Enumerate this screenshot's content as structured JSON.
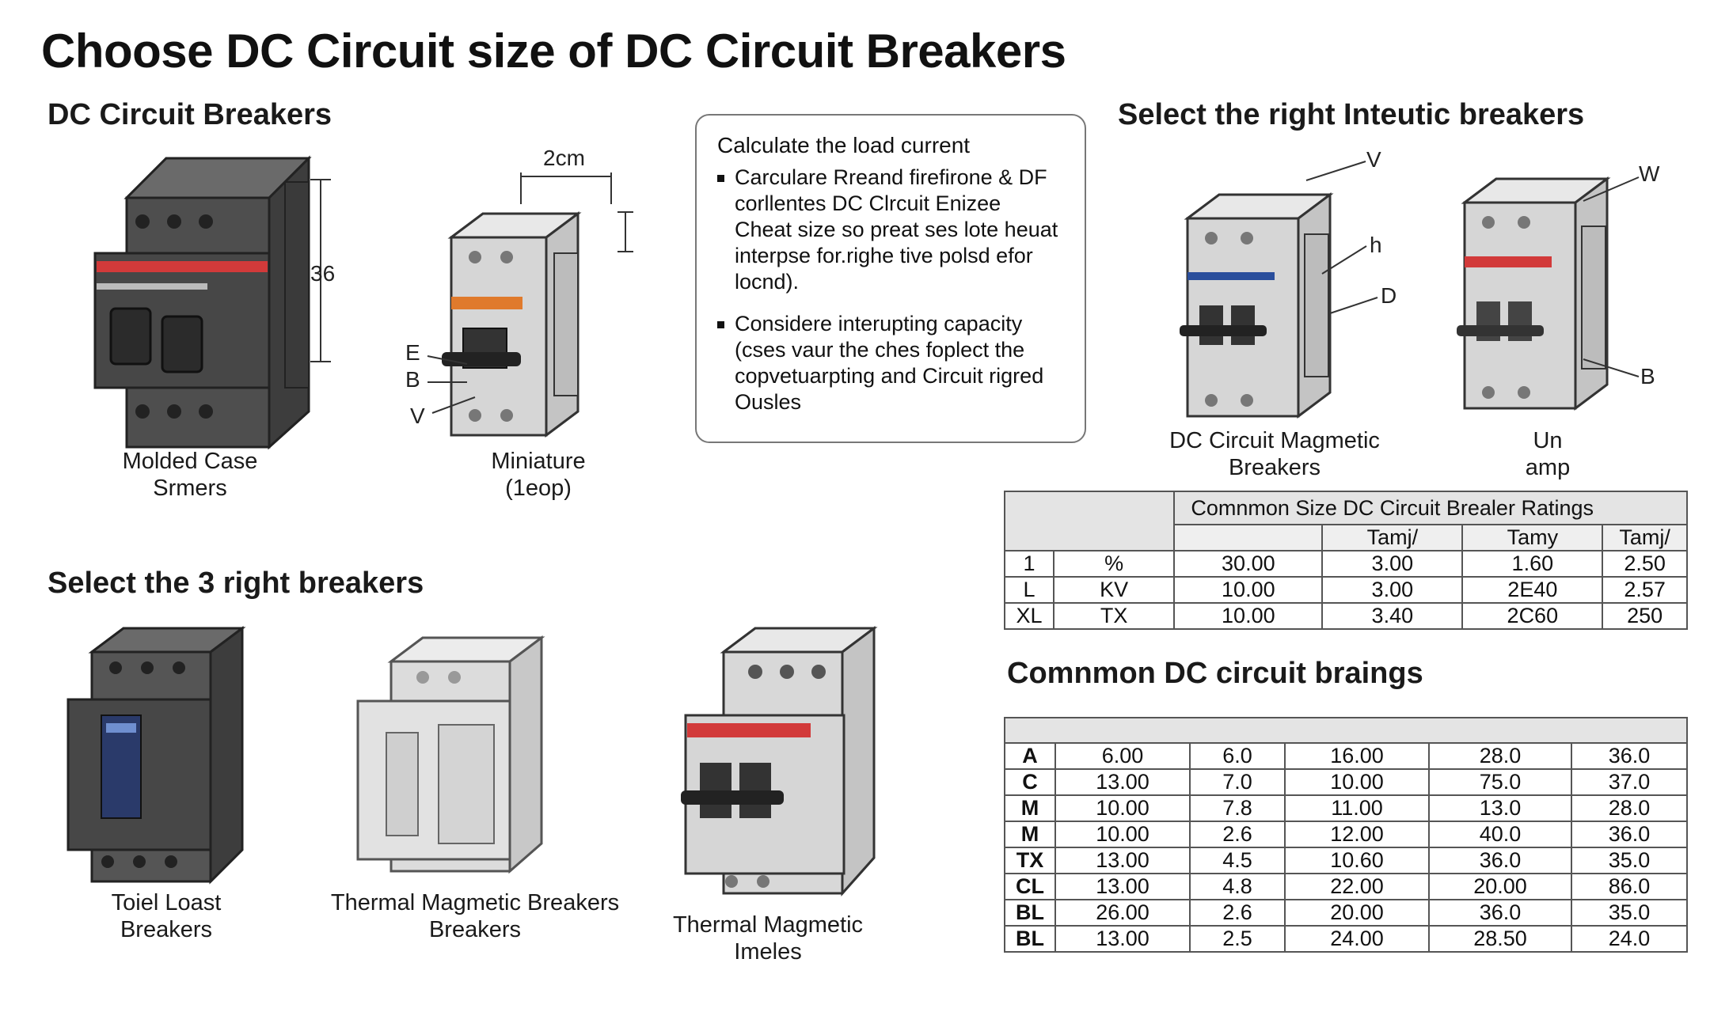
{
  "title": "Choose DC Circuit size of DC Circuit Breakers",
  "sections": {
    "dc_breakers": "DC Circuit Breakers",
    "select_right": "Select  the right Inteutic breakers",
    "select_3": "Select the 3 right breakers",
    "common_ratings": "Comnmon DC circuit braings"
  },
  "devices": {
    "molded": {
      "line1": "Molded Case",
      "line2": "Srmers",
      "dim": "36"
    },
    "miniature": {
      "line1": "Miniature",
      "line2": "(1eop)",
      "dim": "2cm",
      "labels": [
        "E",
        "B",
        "V"
      ]
    },
    "dc_magnetic": {
      "line1": "DC Circuit Magmetic",
      "line2": "Breakers",
      "labels": [
        "V",
        "h",
        "D"
      ]
    },
    "un_amp": {
      "line1": "Un",
      "line2": "amp",
      "labels": [
        "W",
        "B"
      ]
    },
    "toiel": {
      "line1": "Toiel Loast",
      "line2": "Breakers"
    },
    "thermal1": {
      "line1": "Thermal Magmetic Breakers",
      "line2": "Breakers"
    },
    "thermal2": {
      "line1": "Thermal Magmetic",
      "line2": "Imeles"
    }
  },
  "calc": {
    "title": "Calculate the load current",
    "bullets": [
      [
        "Carculare Rreand firefirone & DF",
        "corllentes DC Clrcuit Enizee",
        "Cheat size so preat ses lote heuat",
        "interpse for.righe tive polsd efor",
        "locnd)."
      ],
      [
        "Considere interupting capacity",
        "(cses vaur the ches foplect the",
        "copvetuarpting and Circuit rigred",
        "Ousles"
      ]
    ]
  },
  "table1": {
    "title": "Comnmon Size DC Circuit Brealer Ratings",
    "subheaders": [
      "Tamj/",
      "Tamy",
      "Tamj/"
    ],
    "rows": [
      [
        "1",
        "%",
        "30.00",
        "3.00",
        "1.60",
        "2.50"
      ],
      [
        "L",
        "KV",
        "10.00",
        "3.00",
        "2E40",
        "2.57"
      ],
      [
        "XL",
        "TX",
        "10.00",
        "3.40",
        "2C60",
        "250"
      ]
    ]
  },
  "table2": {
    "rows": [
      [
        "A",
        "6.00",
        "6.0",
        "16.00",
        "28.0",
        "36.0"
      ],
      [
        "C",
        "13.00",
        "7.0",
        "10.00",
        "75.0",
        "37.0"
      ],
      [
        "M",
        "10.00",
        "7.8",
        "11.00",
        "13.0",
        "28.0"
      ],
      [
        "M",
        "10.00",
        "2.6",
        "12.00",
        "40.0",
        "36.0"
      ],
      [
        "TX",
        "13.00",
        "4.5",
        "10.60",
        "36.0",
        "35.0"
      ],
      [
        "CL",
        "13.00",
        "4.8",
        "22.00",
        "20.00",
        "86.0"
      ],
      [
        "BL",
        "26.00",
        "2.6",
        "20.00",
        "36.0",
        "35.0"
      ],
      [
        "BL",
        "13.00",
        "2.5",
        "24.00",
        "28.50",
        "24.0"
      ]
    ]
  },
  "colors": {
    "red_band": "#d23a3a",
    "orange_band": "#e07a2c",
    "blue_band": "#2a4e9c",
    "dark_body": "#4a4a4a",
    "light_body": "#d9d9d9"
  }
}
